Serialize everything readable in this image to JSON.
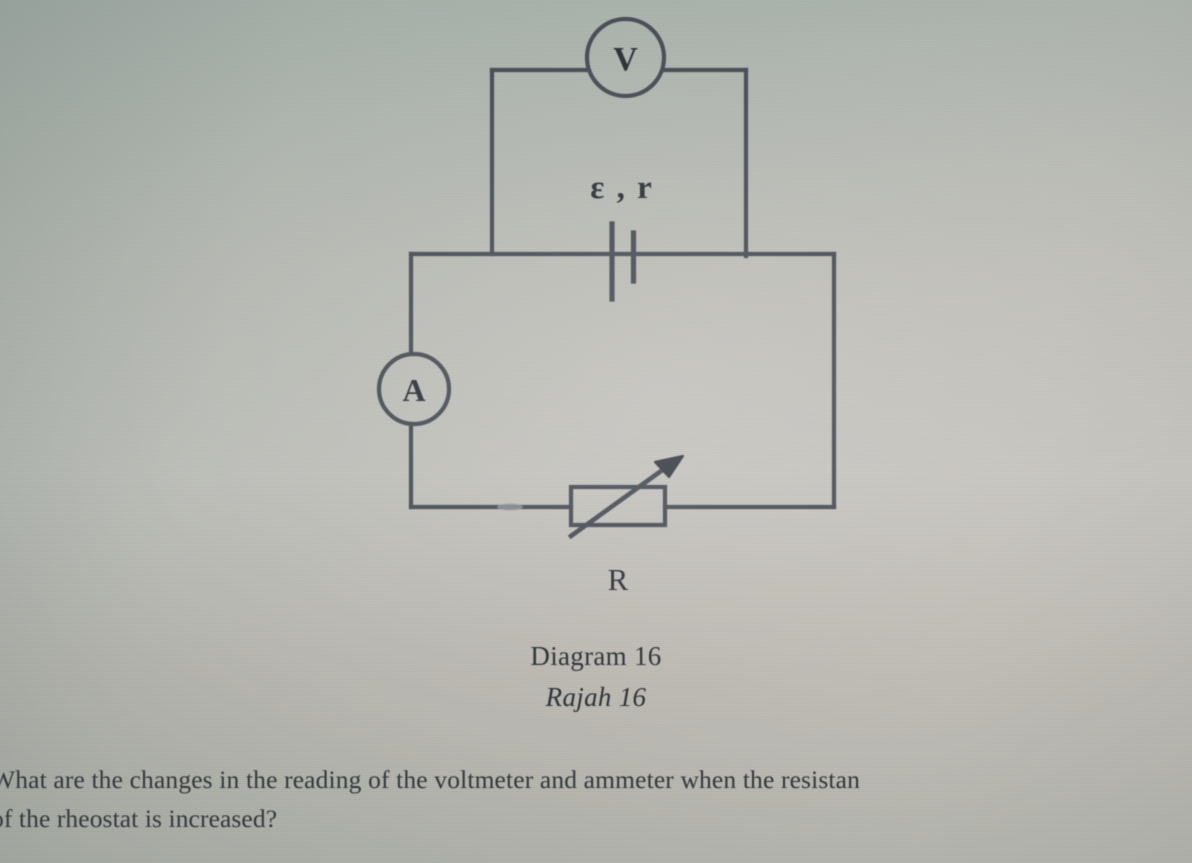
{
  "document": {
    "type": "physics-exam-question",
    "background_colors": {
      "paper_left": "#aab3ad",
      "paper_right": "#c9c6c2",
      "ink": "#2c3138"
    }
  },
  "diagram": {
    "caption_en": "Diagram 16",
    "caption_ms": "Rajah 16",
    "labels": {
      "voltmeter": "V",
      "ammeter": "A",
      "source": "ε , r",
      "rheostat": "R"
    },
    "components": [
      {
        "name": "voltmeter",
        "symbol": "V",
        "type": "circle-meter"
      },
      {
        "name": "ammeter",
        "symbol": "A",
        "type": "circle-meter"
      },
      {
        "name": "battery",
        "symbol": "ε , r",
        "type": "cell"
      },
      {
        "name": "rheostat",
        "symbol": "R",
        "type": "variable-resistor"
      }
    ]
  },
  "question": {
    "line_1": "What are the changes in the reading of the voltmeter and ammeter when the resistan",
    "line_2": "of the rheostat is increased?"
  }
}
